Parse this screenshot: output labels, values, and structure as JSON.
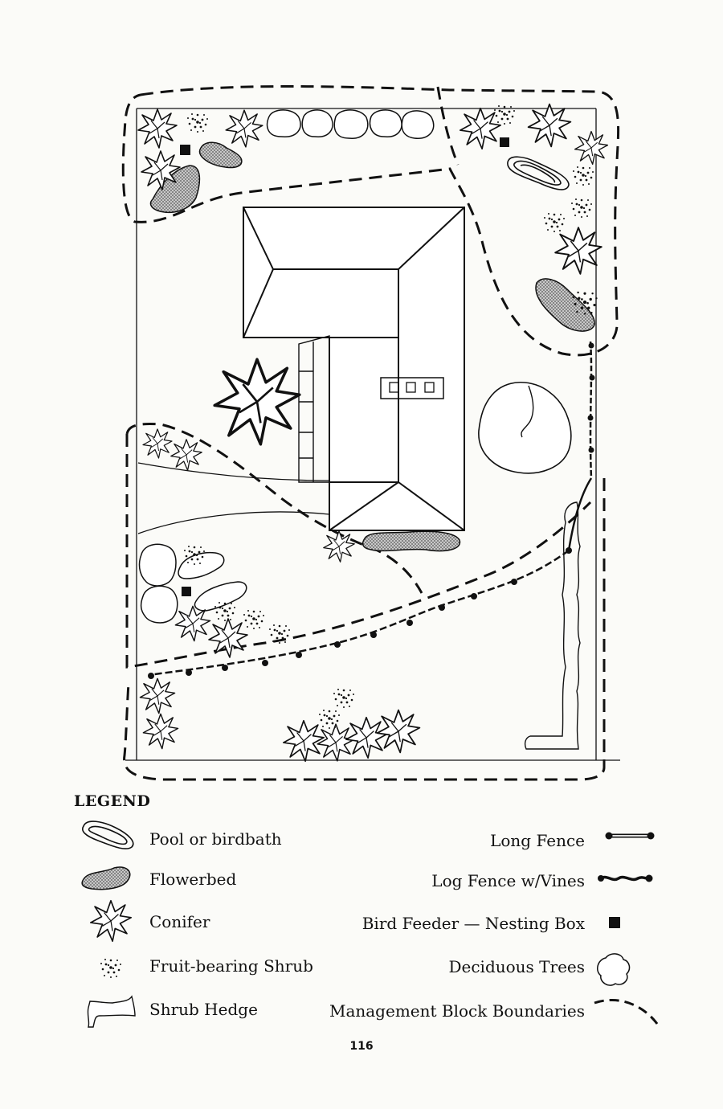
{
  "legend": {
    "title": "LEGEND",
    "items": [
      {
        "label": "Pool or birdbath",
        "icon": "pool-birdbath-icon"
      },
      {
        "label": "Flowerbed",
        "icon": "flowerbed-icon"
      },
      {
        "label": "Conifer",
        "icon": "conifer-icon"
      },
      {
        "label": "Fruit-bearing Shrub",
        "icon": "fruit-shrub-icon"
      },
      {
        "label": "Shrub Hedge",
        "icon": "shrub-hedge-icon"
      },
      {
        "label": "Long Fence",
        "icon": "long-fence-icon"
      },
      {
        "label": "Log Fence w/Vines",
        "icon": "log-fence-vines-icon"
      },
      {
        "label": "Bird Feeder — Nesting Box",
        "icon": "bird-feeder-icon"
      },
      {
        "label": "Deciduous Trees",
        "icon": "deciduous-tree-icon"
      },
      {
        "label": "Management Block Boundaries",
        "icon": "boundary-line-icon"
      }
    ]
  },
  "page_number": "116",
  "colors": {
    "ink": "#111111",
    "stipple": "#9a9a9a",
    "paper": "#fbfbf8"
  }
}
